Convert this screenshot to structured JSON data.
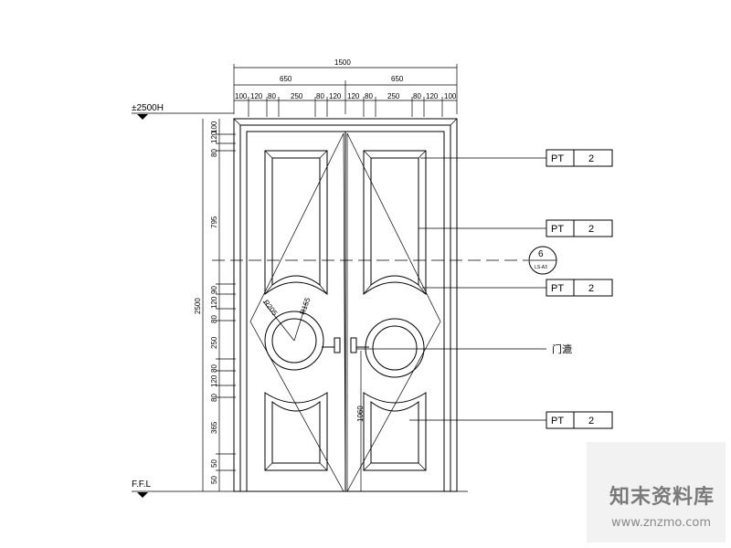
{
  "dims": {
    "total_width": "1500",
    "half_left": "650",
    "half_right": "650",
    "top_segments_left": [
      "100",
      "120",
      "80",
      "250",
      "80",
      "120"
    ],
    "top_segments_right": [
      "120",
      "80",
      "250",
      "80",
      "120",
      "100"
    ],
    "vertical_left": [
      "100",
      "120",
      "80",
      "795",
      "90",
      "120",
      "80",
      "250",
      "80",
      "120",
      "80",
      "365",
      "50",
      "50"
    ],
    "total_height": "2500",
    "handle_height": "1060",
    "radius_outer": "R205",
    "radius_inner": "R155"
  },
  "levels": {
    "top": "±2500H",
    "floor": "F.F.L"
  },
  "tags": [
    {
      "code": "PT",
      "num": "2"
    },
    {
      "code": "PT",
      "num": "2"
    },
    {
      "code": "PT",
      "num": "2"
    },
    {
      "code": "PT",
      "num": "2"
    }
  ],
  "callout": {
    "hardware": "门漉"
  },
  "section_marker": {
    "num": "6",
    "ref": "LS-A3"
  },
  "watermark": {
    "brand": "知末资料库",
    "url": "www.znzmo.com"
  }
}
